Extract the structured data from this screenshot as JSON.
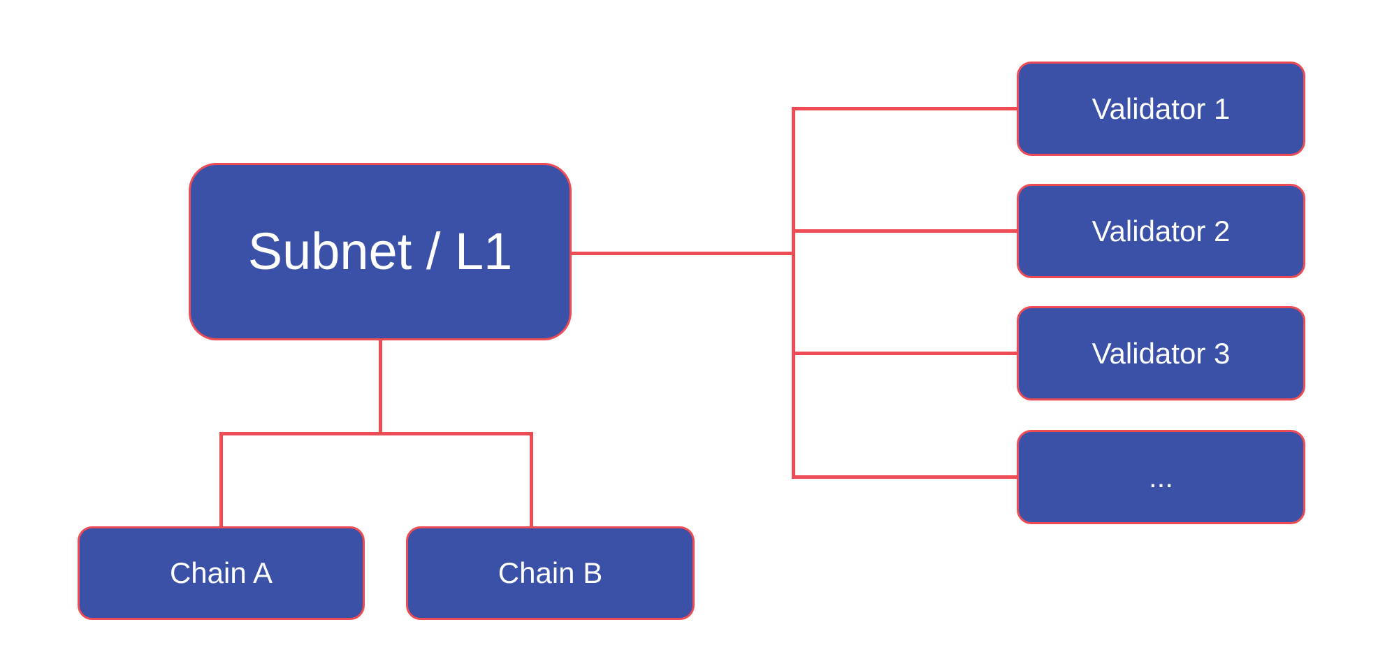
{
  "diagram": {
    "title": "Subnet / L1 validators and chains diagram",
    "colors": {
      "node_fill": "#3B51A8",
      "stroke": "#ED4C55",
      "text": "#FFFFFF",
      "background": "#FFFFFF"
    },
    "nodes": {
      "subnet": {
        "label": "Subnet / L1"
      },
      "chain_a": {
        "label": "Chain A"
      },
      "chain_b": {
        "label": "Chain B"
      },
      "validator_1": {
        "label": "Validator 1"
      },
      "validator_2": {
        "label": "Validator 2"
      },
      "validator_3": {
        "label": "Validator 3"
      },
      "validator_more": {
        "label": "..."
      }
    },
    "edges": [
      {
        "from": "subnet",
        "to": "validator_1"
      },
      {
        "from": "subnet",
        "to": "validator_2"
      },
      {
        "from": "subnet",
        "to": "validator_3"
      },
      {
        "from": "subnet",
        "to": "validator_more"
      },
      {
        "from": "subnet",
        "to": "chain_a"
      },
      {
        "from": "subnet",
        "to": "chain_b"
      }
    ]
  }
}
